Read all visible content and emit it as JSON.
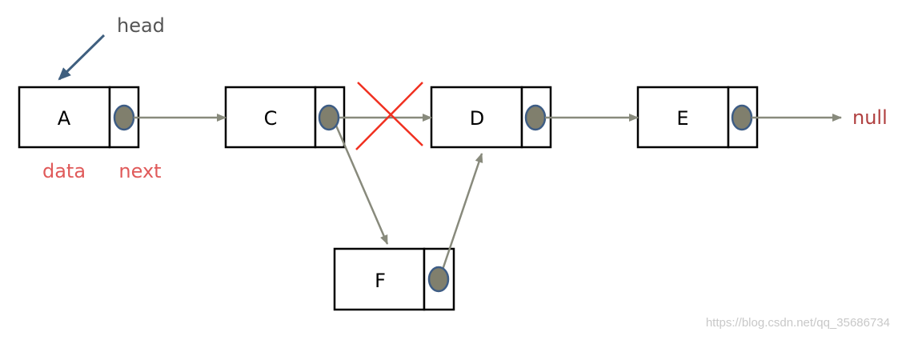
{
  "labels": {
    "head": "head",
    "data": "data",
    "next": "next",
    "null": "null"
  },
  "nodes": {
    "A": "A",
    "C": "C",
    "D": "D",
    "E": "E",
    "F": "F"
  },
  "watermark": "https://blog.csdn.net/qq_35686734",
  "colors": {
    "box_border": "#000000",
    "pointer_fill": "#807f6d",
    "pointer_stroke": "#3e5d85",
    "arrow": "#888a7c",
    "head_arrow": "#3f5f7f",
    "head_text": "#555555",
    "caption_red": "#e05a5a",
    "null_text": "#b04040",
    "cross": "#f03020"
  }
}
